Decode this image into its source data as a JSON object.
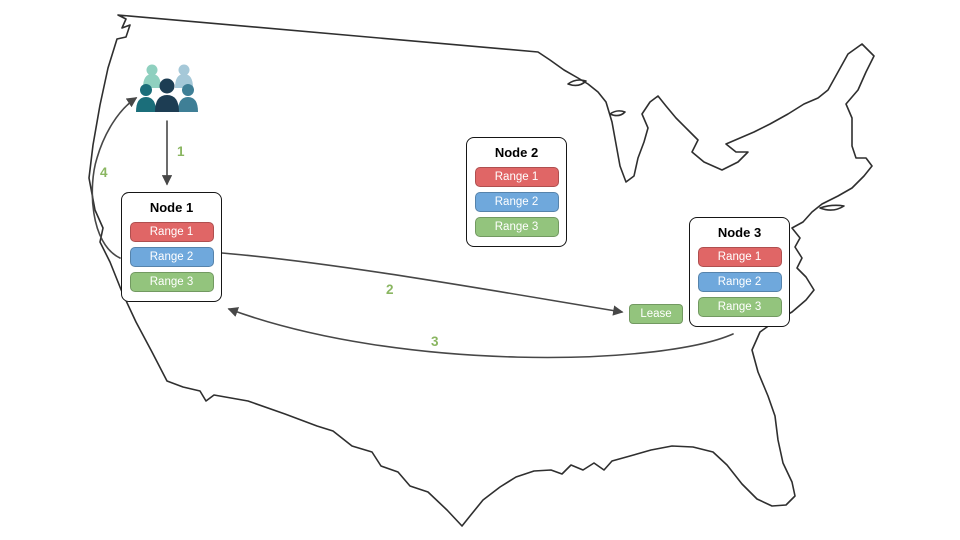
{
  "nodes": [
    {
      "title": "Node 1",
      "ranges": [
        "Range 1",
        "Range 2",
        "Range 3"
      ]
    },
    {
      "title": "Node 2",
      "ranges": [
        "Range 1",
        "Range 2",
        "Range 3"
      ]
    },
    {
      "title": "Node 3",
      "ranges": [
        "Range 1",
        "Range 2",
        "Range 3"
      ]
    }
  ],
  "lease": {
    "label": "Lease"
  },
  "steps": [
    {
      "label": "1"
    },
    {
      "label": "2"
    },
    {
      "label": "3"
    },
    {
      "label": "4"
    }
  ],
  "icons": {
    "users": "users-group-icon",
    "map": "us-map-outline"
  },
  "colors": {
    "range_1": "#e06666",
    "range_2": "#6fa8dc",
    "range_3": "#93c47d",
    "lease": "#93c47d",
    "step_label": "#8ab661",
    "map_outline": "#2f2f2f",
    "arrow": "#474747"
  }
}
